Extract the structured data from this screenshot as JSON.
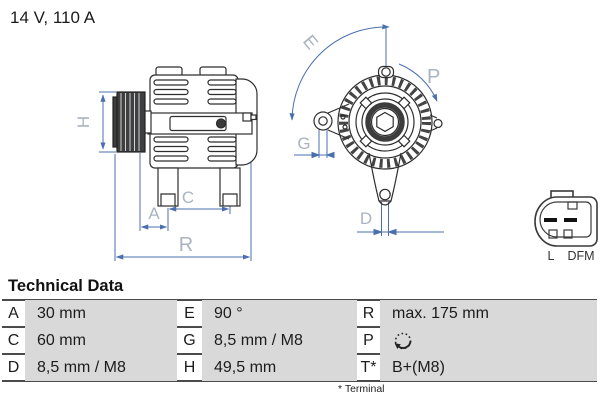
{
  "header": {
    "title": "14 V, 110 A"
  },
  "drawing": {
    "side_view_labels": {
      "H": "H",
      "A": "A",
      "C": "C",
      "R": "R"
    },
    "front_view_labels": {
      "E": "E",
      "P": "P",
      "G": "G",
      "D": "D"
    },
    "connector": {
      "pin_left": "L",
      "pin_right": "DFM"
    }
  },
  "icons": {
    "p_value": "rotation-clockwise-icon"
  },
  "technical_data": {
    "heading": "Technical Data",
    "rows": [
      [
        {
          "k": "A",
          "v": "30 mm"
        },
        {
          "k": "E",
          "v": "90 °"
        },
        {
          "k": "R",
          "v": "max. 175 mm"
        }
      ],
      [
        {
          "k": "C",
          "v": "60 mm"
        },
        {
          "k": "G",
          "v": "8,5 mm / M8"
        },
        {
          "k": "P",
          "v": ""
        }
      ],
      [
        {
          "k": "D",
          "v": "8,5 mm / M8"
        },
        {
          "k": "H",
          "v": "49,5 mm"
        },
        {
          "k": "T*",
          "v": "B+(M8)"
        }
      ]
    ],
    "footnote": "* Terminal"
  },
  "colors": {
    "dimension_line": "#4a6fae",
    "dimension_label": "#aab3c2",
    "table_value_bg": "#d9d9d9",
    "outline": "#2e2e2e"
  }
}
